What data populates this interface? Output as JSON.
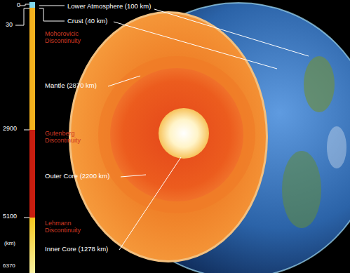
{
  "diagram": {
    "labels": [
      "0",
      "30",
      "Lower Atmosphere (100 km)",
      "Crust (40 km)",
      "Mohorovicic Discontinuity",
      "Mantle (2870 km)",
      "2900",
      "Gutenberg Discontinuity",
      "Outer Core (2200 km)",
      "5100",
      "Lehmann Discontinuity",
      "(km)",
      "Inner Core (1278 km)",
      "6370"
    ]
  }
}
